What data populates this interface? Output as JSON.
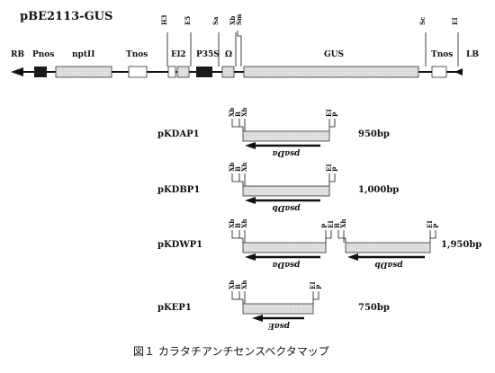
{
  "title": "pBE2113-GUS",
  "top_labels": {
    "rb": "RB",
    "pnos": "Pnos",
    "nptii": "nptII",
    "tnos1": "Tnos",
    "el2": "El2",
    "p35s": "P35S",
    "omega": "Ω",
    "gus": "GUS",
    "tnos2": "Tnos",
    "lb": "LB"
  },
  "top_sites": {
    "h3": "H3",
    "e5": "E5",
    "sa": "Sa",
    "xb": "Xb",
    "sm": "Sm",
    "sc": "Sc",
    "ei": "EI"
  },
  "constructs": [
    {
      "name": "pKDAP1",
      "size": "950bp",
      "gene": "psaDa",
      "sites_left": [
        "Xb",
        "B",
        "Xh"
      ],
      "sites_right": [
        "EI",
        "P"
      ]
    },
    {
      "name": "pKDBP1",
      "size": "1,000bp",
      "gene": "psaDb",
      "sites_left": [
        "Xb",
        "B",
        "Xh"
      ],
      "sites_right": [
        "EI",
        "P"
      ]
    },
    {
      "name": "pKDWP1",
      "size": "1,950bp",
      "gene": "psaDa",
      "gene2": "psaDb",
      "sites_left": [
        "Xb",
        "B",
        "Xh"
      ],
      "sites_mid": [
        "P",
        "EI",
        "B",
        "Xh"
      ],
      "sites_right": [
        "EI",
        "P"
      ]
    },
    {
      "name": "pKEP1",
      "size": "750bp",
      "gene": "psaE",
      "sites_left": [
        "Xb",
        "B",
        "Xh"
      ],
      "sites_right": [
        "EI",
        "P"
      ]
    }
  ],
  "caption": "図１ カラタチアンチセンスベクタマップ"
}
